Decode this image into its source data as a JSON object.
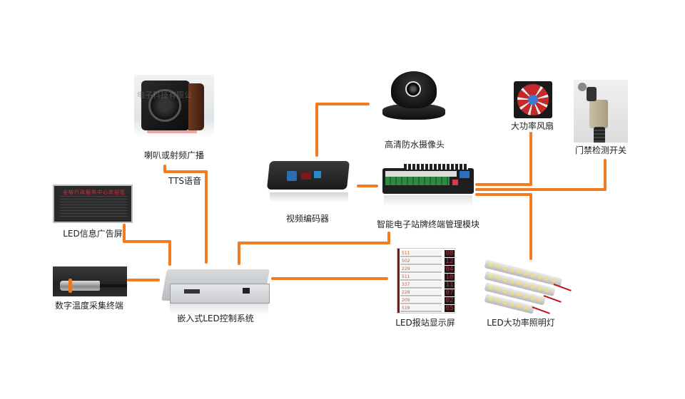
{
  "diagram": {
    "type": "system-architecture",
    "accent_color": "#F47B20",
    "nodes": {
      "speaker": {
        "label": "喇叭或射频广播",
        "watermark": "电子科技有限公"
      },
      "tts": {
        "label": "TTS语音"
      },
      "led_info_screen": {
        "label": "LED信息广告屏",
        "screen_title": "全椒行政服务中心欢迎您"
      },
      "temp_sensor": {
        "label": "数字温度采集终端"
      },
      "led_controller": {
        "label": "嵌入式LED控制系统"
      },
      "video_encoder": {
        "label": "视频编码器"
      },
      "camera": {
        "label": "高清防水摄像头"
      },
      "management_module": {
        "label": "智能电子站牌终端管理模块"
      },
      "fan": {
        "label": "大功率风扇"
      },
      "door_switch": {
        "label": "门禁检测开关"
      },
      "station_display": {
        "label": "LED报站显示屏",
        "rows": [
          {
            "route": "511",
            "eta": "08"
          },
          {
            "route": "502",
            "eta": "12"
          },
          {
            "route": "229",
            "eta": "04"
          },
          {
            "route": "511",
            "eta": "10"
          },
          {
            "route": "337",
            "eta": "11"
          },
          {
            "route": "228",
            "eta": "07"
          },
          {
            "route": "209",
            "eta": "02"
          },
          {
            "route": "519",
            "eta": "05"
          }
        ]
      },
      "led_lights": {
        "label": "LED大功率照明灯"
      }
    },
    "edges": [
      {
        "from": "speaker",
        "to": "led_controller",
        "label": "TTS语音"
      },
      {
        "from": "led_info_screen",
        "to": "led_controller"
      },
      {
        "from": "temp_sensor",
        "to": "led_controller"
      },
      {
        "from": "led_controller",
        "to": "management_module"
      },
      {
        "from": "led_controller",
        "to": "station_display"
      },
      {
        "from": "camera",
        "to": "video_encoder"
      },
      {
        "from": "video_encoder",
        "to": "management_module"
      },
      {
        "from": "management_module",
        "to": "fan"
      },
      {
        "from": "management_module",
        "to": "door_switch"
      },
      {
        "from": "management_module",
        "to": "led_lights"
      }
    ]
  }
}
